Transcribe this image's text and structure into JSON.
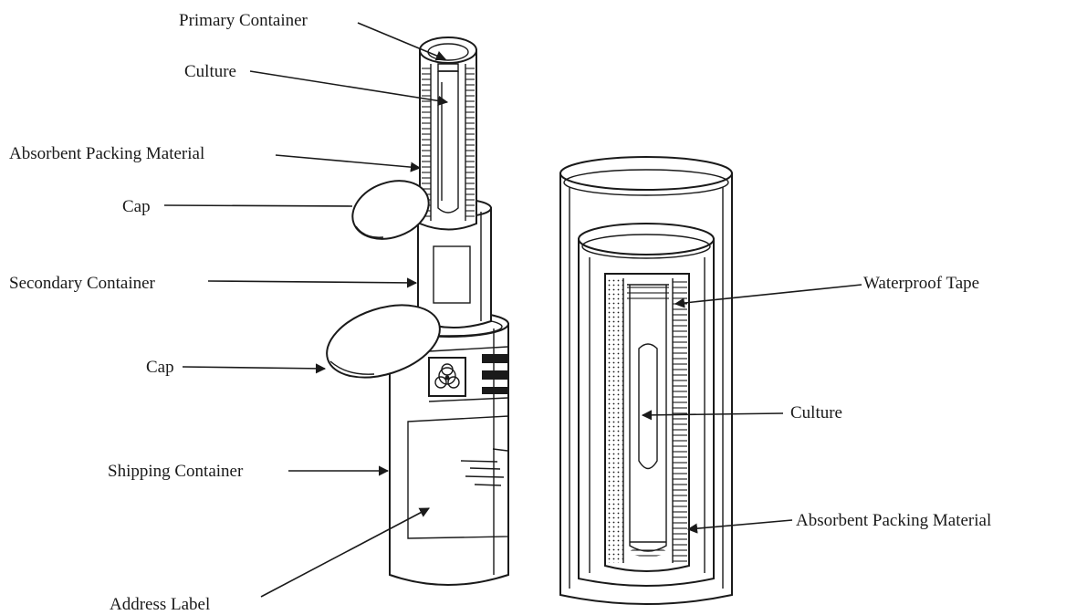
{
  "labels": {
    "primary_container": "Primary Container",
    "culture_left": "Culture",
    "absorbent_left": "Absorbent Packing Material",
    "cap_top": "Cap",
    "secondary_container": "Secondary Container",
    "cap_bottom": "Cap",
    "shipping_container": "Shipping Container",
    "address_label": "Address Label",
    "waterproof_tape": "Waterproof Tape",
    "culture_right": "Culture",
    "absorbent_right": "Absorbent Packing Material"
  },
  "colors": {
    "ink": "#1a1a1a",
    "paper": "#ffffff"
  },
  "icons": {
    "biohazard": "biohazard-symbol"
  }
}
